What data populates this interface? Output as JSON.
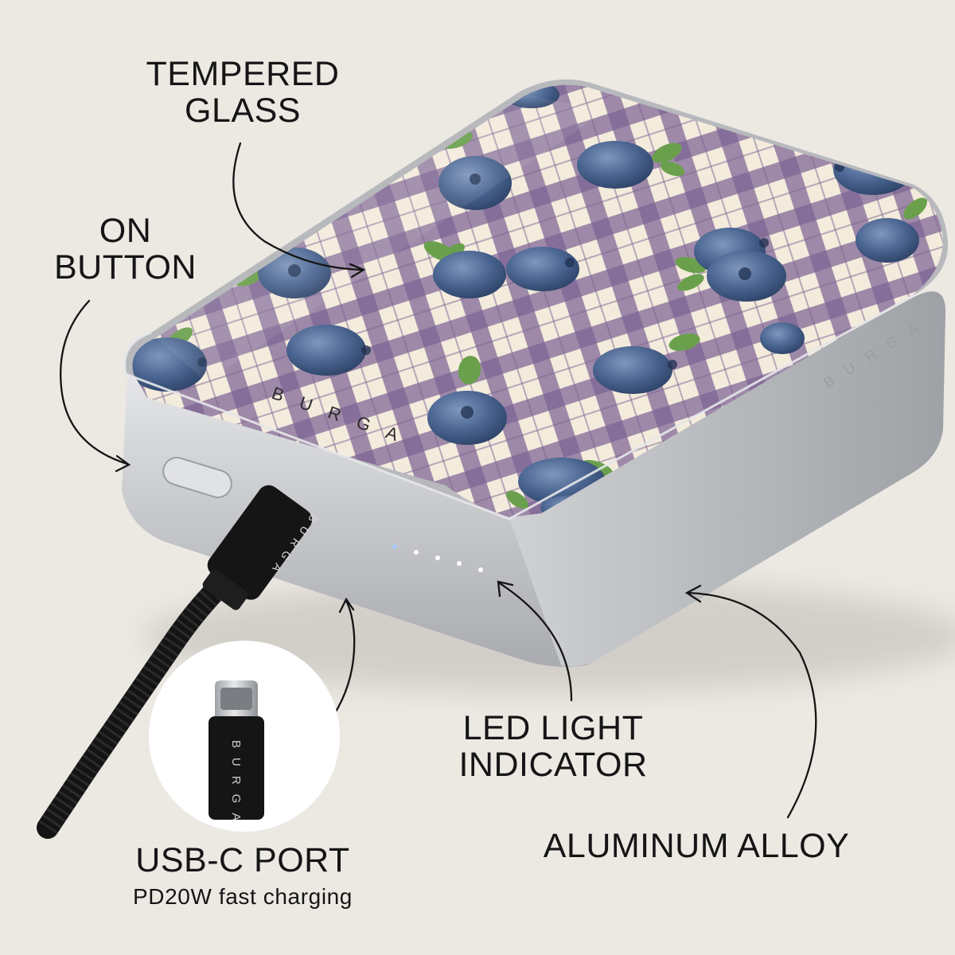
{
  "callouts": {
    "tempered_glass": [
      "TEMPERED",
      "GLASS"
    ],
    "on_button": [
      "ON",
      "BUTTON"
    ],
    "led": [
      "LED LIGHT",
      "INDICATOR"
    ],
    "aluminum": "ALUMINUM ALLOY",
    "usb_title": "USB-C PORT",
    "usb_sub": "PD20W fast charging"
  },
  "brand": {
    "logo": "BURGA"
  },
  "colors": {
    "background": "#ece9e3",
    "gingham_base": "#f3ebdc",
    "gingham_stripe": "#7d6494",
    "berry": "#3f5a82",
    "leaf": "#6aa04c",
    "aluminum": "#c9cbcf",
    "cable": "#141414"
  }
}
